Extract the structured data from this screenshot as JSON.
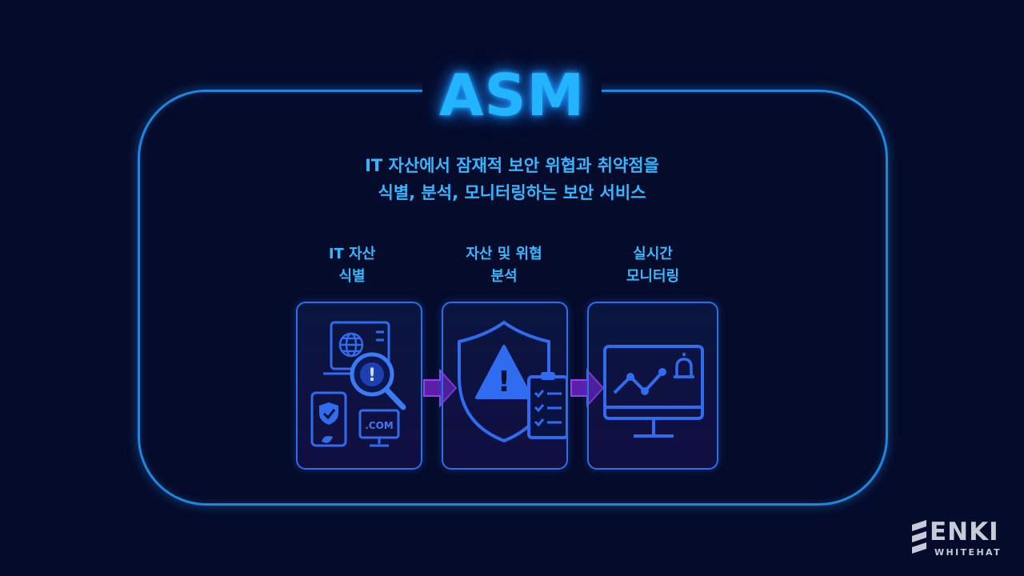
{
  "title": "ASM",
  "subtitle": {
    "line1": "IT 자산에서 잠재적 보안 위협과 취약점을",
    "line2": "식별, 분석, 모니터링하는 보안 서비스"
  },
  "steps": [
    {
      "line1": "IT 자산",
      "line2": "식별"
    },
    {
      "line1": "자산 및 위협",
      "line2": "분석"
    },
    {
      "line1": "실시간",
      "line2": "모니터링"
    }
  ],
  "card1": {
    "domain_text": ".COM",
    "alert_symbol": "!"
  },
  "card2": {
    "alert_symbol": "!"
  },
  "icons": {
    "card1": [
      "laptop-icon",
      "globe-icon",
      "magnifier-icon",
      "phone-icon",
      "shield-check-icon",
      "monitor-icon"
    ],
    "card2": [
      "shield-icon",
      "warning-triangle-icon",
      "clipboard-checklist-icon"
    ],
    "card3": [
      "monitor-icon",
      "line-chart-icon",
      "bell-icon"
    ],
    "arrows": [
      "arrow-right-icon",
      "arrow-right-icon"
    ]
  },
  "logo": {
    "name": "ENKI",
    "sub": "WHITEHAT"
  },
  "colors": {
    "background": "#050b2a",
    "frame": "#1f86e0",
    "accent": "#22b4ff",
    "icon": "#2f6cf0",
    "arrow": "#7a2ed6"
  }
}
